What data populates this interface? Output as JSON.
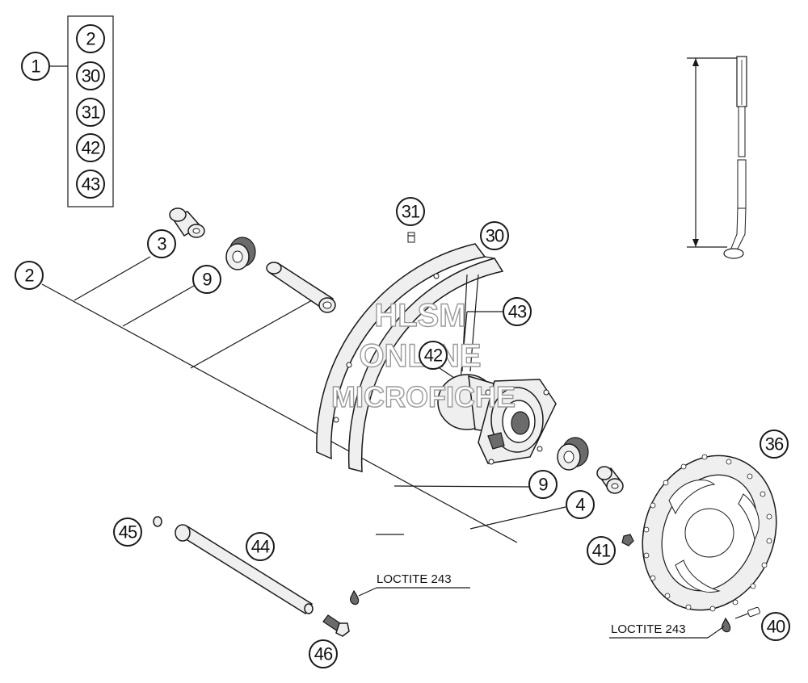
{
  "kit": {
    "main": "1",
    "contents": [
      "2",
      "30",
      "31",
      "42",
      "43"
    ]
  },
  "callouts": {
    "c2": "2",
    "c3": "3",
    "c9a": "9",
    "c31": "31",
    "c30": "30",
    "c43": "43",
    "c42": "42",
    "c36": "36",
    "c9b": "9",
    "c4": "4",
    "c41": "41",
    "c45": "45",
    "c44": "44",
    "c46": "46",
    "c40": "40"
  },
  "notes": {
    "loctite_axle": "LOCTITE 243",
    "loctite_disc": "LOCTITE 243"
  },
  "watermark": {
    "line1": "HLSM",
    "line2": "ONLINE",
    "line3": "MICROFICHE"
  }
}
